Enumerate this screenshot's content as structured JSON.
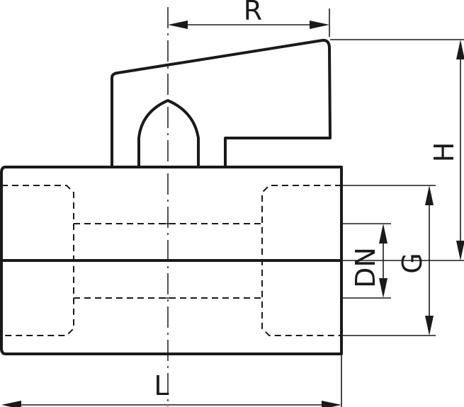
{
  "dimensions": {
    "R": "R",
    "H": "H",
    "G": "G",
    "DN": "DN",
    "L": "L"
  }
}
